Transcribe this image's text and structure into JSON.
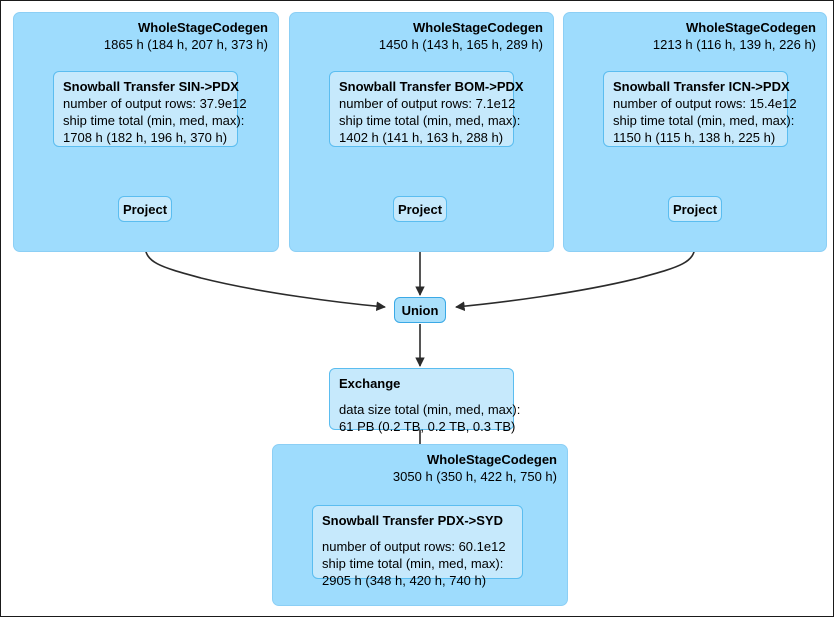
{
  "diagram": {
    "title": "Spark SQL physical plan — Snowball transfer DAG",
    "colors": {
      "cluster_fill": "#9edcfd",
      "node_fill": "#c6e9fc",
      "node_accent_fill": "#aae0fb",
      "node_stroke": "#5bbdf0",
      "edge": "#2b2b2b",
      "canvas_border": "#1a1a1a"
    },
    "clusters": [
      {
        "id": "wsc-sin",
        "title": "WholeStageCodegen",
        "subtitle": "1865 h (184 h, 207 h, 373 h)",
        "node": {
          "title": "Snowball Transfer SIN->PDX",
          "lines": [
            "number of output rows: 37.9e12",
            "ship time total (min, med, max):",
            "1708 h (182 h, 196 h, 370 h)"
          ]
        },
        "child": {
          "label": "Project"
        }
      },
      {
        "id": "wsc-bom",
        "title": "WholeStageCodegen",
        "subtitle": "1450 h (143 h, 165 h, 289 h)",
        "node": {
          "title": "Snowball Transfer BOM->PDX",
          "lines": [
            "number of output rows: 7.1e12",
            "ship time total (min, med, max):",
            "1402 h (141 h, 163 h, 288 h)"
          ]
        },
        "child": {
          "label": "Project"
        }
      },
      {
        "id": "wsc-icn",
        "title": "WholeStageCodegen",
        "subtitle": "1213 h (116 h, 139 h, 226 h)",
        "node": {
          "title": "Snowball Transfer ICN->PDX",
          "lines": [
            "number of output rows: 15.4e12",
            "ship time total (min, med, max):",
            "1150 h (115 h, 138 h, 225 h)"
          ]
        },
        "child": {
          "label": "Project"
        }
      }
    ],
    "union": {
      "label": "Union"
    },
    "exchange": {
      "title": "Exchange",
      "lines": [
        "data size total (min, med, max):",
        "61 PB (0.2 TB, 0.2 TB, 0.3 TB)"
      ]
    },
    "bottom_cluster": {
      "id": "wsc-syd",
      "title": "WholeStageCodegen",
      "subtitle": "3050 h (350 h, 422 h, 750 h)",
      "node": {
        "title": "Snowball Transfer PDX->SYD",
        "lines": [
          "number of output rows: 60.1e12",
          "ship time total (min, med, max):",
          "2905 h (348 h, 420 h, 740 h)"
        ]
      }
    },
    "edges": [
      {
        "from": "snowball-sin",
        "to": "project-sin"
      },
      {
        "from": "snowball-bom",
        "to": "project-bom"
      },
      {
        "from": "snowball-icn",
        "to": "project-icn"
      },
      {
        "from": "project-sin",
        "to": "union"
      },
      {
        "from": "project-bom",
        "to": "union"
      },
      {
        "from": "project-icn",
        "to": "union"
      },
      {
        "from": "union",
        "to": "exchange"
      },
      {
        "from": "exchange",
        "to": "snowball-syd"
      }
    ]
  }
}
